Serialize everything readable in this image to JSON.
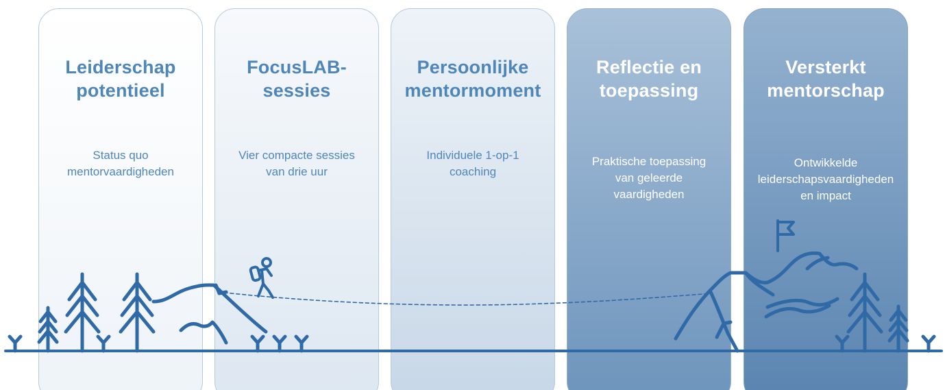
{
  "panels": [
    {
      "title_line1": "Leiderschap",
      "title_line2": "potentieel",
      "sub_line1": "Status quo",
      "sub_line2": "mentorvaardigheden",
      "sub_line3": ""
    },
    {
      "title_line1": "FocusLAB-",
      "title_line2": "sessies",
      "sub_line1": "Vier compacte sessies",
      "sub_line2": "van drie uur",
      "sub_line3": ""
    },
    {
      "title_line1": "Persoonlijke",
      "title_line2": "mentormoment",
      "sub_line1": "Individuele 1-op-1",
      "sub_line2": "coaching",
      "sub_line3": ""
    },
    {
      "title_line1": "Reflectie en",
      "title_line2": "toepassing",
      "sub_line1": "Praktische toepassing",
      "sub_line2": "van geleerde",
      "sub_line3": "vaardigheden"
    },
    {
      "title_line1": "Versterkt",
      "title_line2": "mentorschap",
      "sub_line1": "Ontwikkelde",
      "sub_line2": "leiderschapsvaardigheden",
      "sub_line3": "en impact"
    }
  ],
  "colors": {
    "accent": "#4f86b8",
    "illustration": "#2f6aa6",
    "panel_border": "#b7c9dc",
    "dark_panel": "#5a84b0",
    "text_on_dark": "#ffffff"
  },
  "icons": [
    "pine-tree-icon",
    "grass-tuft-icon",
    "hiker-icon",
    "mountain-icon",
    "summit-flag-icon"
  ]
}
